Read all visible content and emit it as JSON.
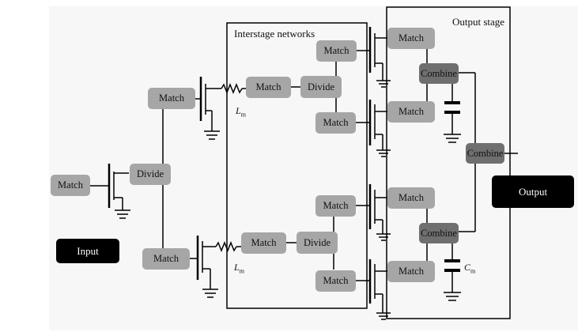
{
  "regions": {
    "interstage": "Interstage networks",
    "output_stage": "Output stage"
  },
  "blocks": {
    "match": "Match",
    "divide": "Divide",
    "combine": "Combine"
  },
  "terminals": {
    "input": "Input",
    "output": "Output"
  },
  "labels": {
    "inductor_symbol": "L",
    "inductor_sub": "m",
    "cap_symbol": "C",
    "cap_sub": "m"
  },
  "colors": {
    "block_light": "#a6a6a6",
    "block_dark": "#6f6f6f",
    "terminal": "#000000"
  }
}
